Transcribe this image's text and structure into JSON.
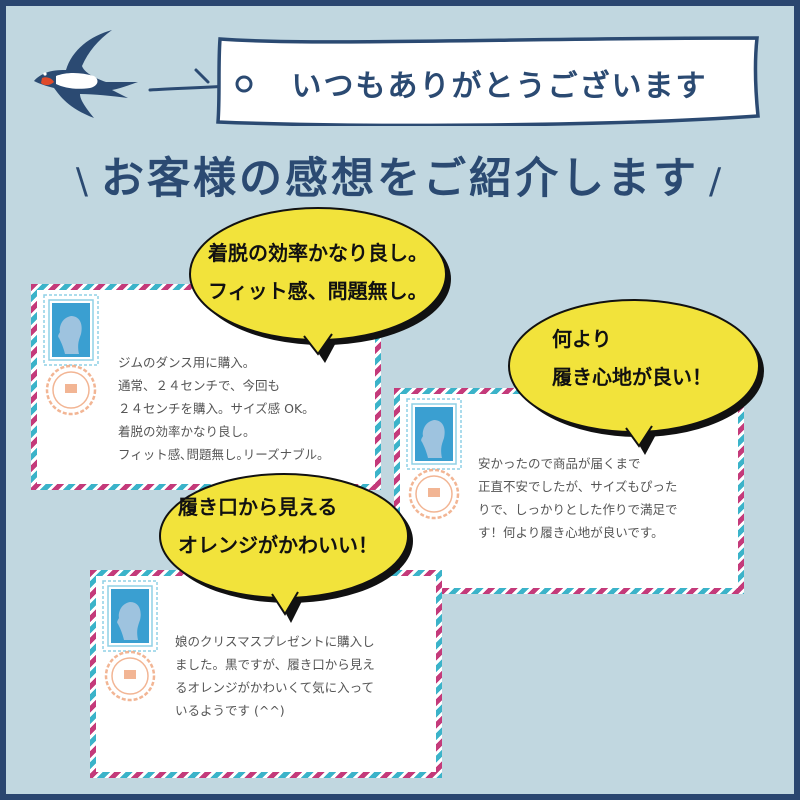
{
  "header": {
    "tag_text": "いつもありがとうございます",
    "headline_left_slash": "\\",
    "headline_text": "お客様の感想をご紹介します",
    "headline_right_slash": "/",
    "icons": [
      "swallow-icon",
      "tag-string-icon"
    ]
  },
  "colors": {
    "frame": "#2a4670",
    "background": "#c1d7e0",
    "navy_text": "#2b4a72",
    "bubble_fill": "#f2e33b",
    "airmail_red": "#c43a7a",
    "airmail_blue": "#3bb3c9",
    "stamp_blue": "#3a9fd1",
    "postmark_orange": "#f0a982"
  },
  "reviews": [
    {
      "bubble_lines": [
        "着脱の効率かなり良し。",
        "フィット感、問題無し。"
      ],
      "body_lines": [
        "ジムのダンス用に購入。",
        "通常、２４センチで、今回も",
        "２４センチを購入。サイズ感 OK。",
        "着脱の効率かなり良し。",
        "フィット感､問題無し｡リーズナブル｡"
      ]
    },
    {
      "bubble_lines": [
        "何より",
        "履き心地が良い！"
      ],
      "body_lines": [
        "安かったので商品が届くまで",
        "正直不安でしたが、サイズもぴった",
        "りで、しっかりとした作りで満足で",
        "す！何より履き心地が良いです。"
      ]
    },
    {
      "bubble_lines": [
        "履き口から見える",
        "オレンジがかわいい！"
      ],
      "body_lines": [
        "娘のクリスマスプレゼントに購入し",
        "ました。黒ですが、履き口から見え",
        "るオレンジがかわいくて気に入って",
        "いるようです (^^)"
      ]
    }
  ]
}
